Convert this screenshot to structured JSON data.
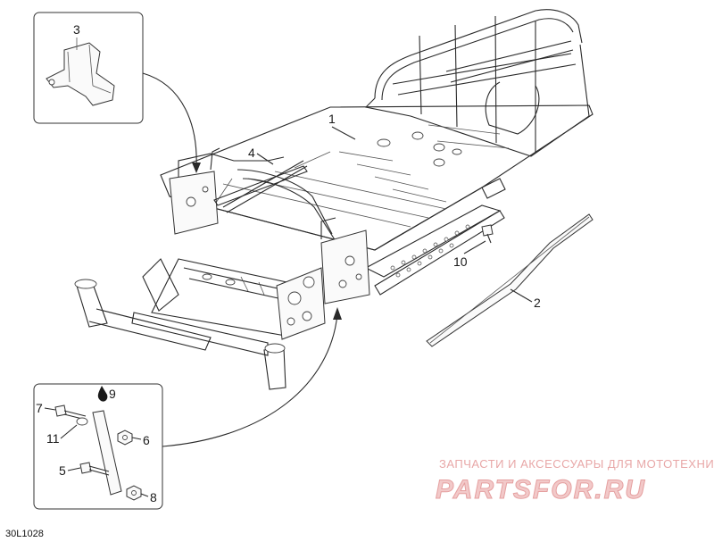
{
  "callouts": {
    "c1": "1",
    "c2": "2",
    "c3": "3",
    "c4": "4",
    "c5": "5",
    "c6": "6",
    "c7": "7",
    "c8": "8",
    "c9": "9",
    "c10": "10",
    "c11": "11"
  },
  "diagram_code": "30L1028",
  "watermark": {
    "line1": "ЗАПЧАСТИ И АКСЕССУАРЫ ДЛЯ МОТОТЕХНИКИ",
    "line2": "PARTSFOR.RU"
  }
}
